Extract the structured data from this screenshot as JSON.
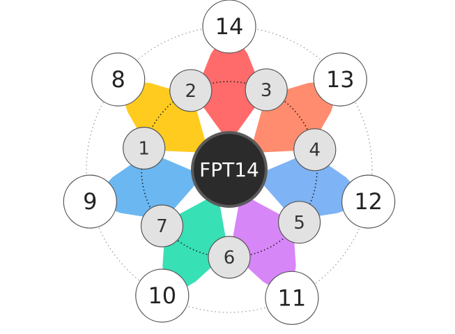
{
  "center": {
    "label": "FPT14",
    "fill": "#2b2b2b",
    "ring": "#5a5a5a",
    "text_color": "#ffffff"
  },
  "petals": [
    {
      "color": "#FF6B6B"
    },
    {
      "color": "#FF8C6E"
    },
    {
      "color": "#7EB3F5"
    },
    {
      "color": "#D786F7"
    },
    {
      "color": "#38E0B5"
    },
    {
      "color": "#6BB7F2"
    },
    {
      "color": "#FFCB1F"
    }
  ],
  "inner_nodes": [
    "1",
    "2",
    "3",
    "4",
    "5",
    "6",
    "7"
  ],
  "outer_nodes": [
    "8",
    "9",
    "10",
    "11",
    "12",
    "13",
    "14"
  ],
  "node_style": {
    "inner_fill": "#e2e2e2",
    "outer_fill": "#ffffff",
    "stroke": "#555555"
  }
}
